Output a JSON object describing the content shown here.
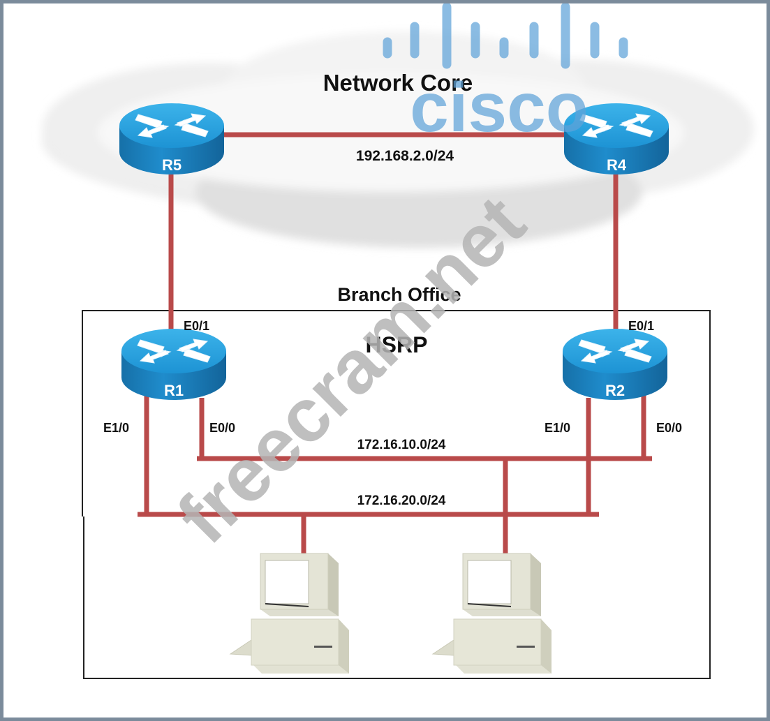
{
  "diagram": {
    "title": "Network Core",
    "branch_title": "Branch Office",
    "branch_subtitle": "HSRP",
    "routers": [
      {
        "id": "R5",
        "label": "R5",
        "zone": "network-core"
      },
      {
        "id": "R4",
        "label": "R4",
        "zone": "network-core"
      },
      {
        "id": "R1",
        "label": "R1",
        "zone": "branch-office"
      },
      {
        "id": "R2",
        "label": "R2",
        "zone": "branch-office"
      }
    ],
    "links": [
      {
        "from": "R5",
        "to": "R4",
        "subnet": "192.168.2.0/24"
      },
      {
        "from": "R5",
        "to": "R1",
        "interface_r1": "E0/1"
      },
      {
        "from": "R4",
        "to": "R2",
        "interface_r2": "E0/1"
      }
    ],
    "lans": [
      {
        "subnet": "172.16.10.0/24",
        "members": [
          "R1 E0/0",
          "R2 E0/0",
          "PC2"
        ]
      },
      {
        "subnet": "172.16.20.0/24",
        "members": [
          "R1 E1/0",
          "R2 E1/0",
          "PC1"
        ]
      }
    ],
    "interfaces": {
      "r1_e01": "E0/1",
      "r1_e10": "E1/0",
      "r1_e00": "E0/0",
      "r2_e01": "E0/1",
      "r2_e10": "E1/0",
      "r2_e00": "E0/0"
    },
    "hosts": [
      {
        "id": "PC1",
        "lan": "172.16.20.0/24"
      },
      {
        "id": "PC2",
        "lan": "172.16.10.0/24"
      }
    ],
    "colors": {
      "link": "#b94a4a",
      "router": "#1e8fd0",
      "frame": "#7b8b9b",
      "watermark_logo": "#5fa3d9",
      "watermark_text": "#bdbdbd"
    }
  },
  "watermarks": {
    "logo_text": "cisco",
    "site_text": "freecram.net"
  }
}
